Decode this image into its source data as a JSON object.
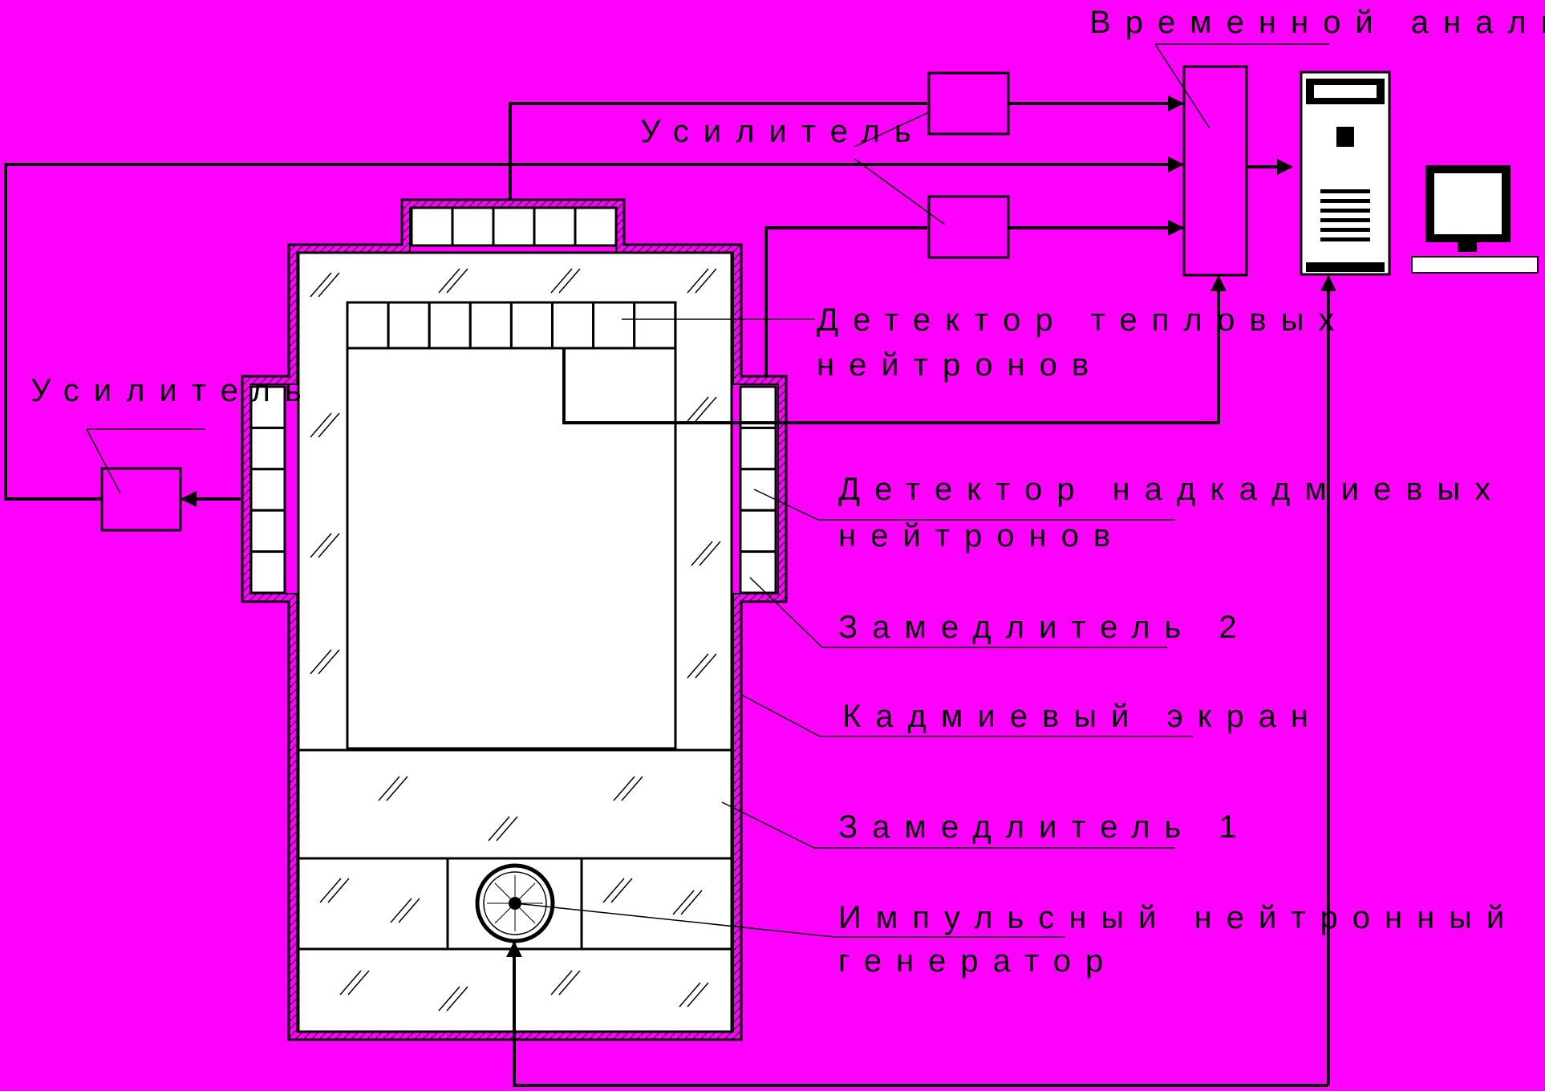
{
  "labels": {
    "time_analyzer": "Временной анализатор",
    "amplifier_top": "Усилитель",
    "amplifier_left": "Усилитель",
    "thermal_detector_1": "Детектор тепловых",
    "thermal_detector_2": "нейтронов",
    "epicadmium_detector_1": "Детектор надкадмиевых",
    "epicadmium_detector_2": "нейтронов",
    "moderator_2": "Замедлитель 2",
    "cadmium_screen": "Кадмиевый экран",
    "moderator_1": "Замедлитель 1",
    "generator_1": "Импульсный нейтронный",
    "generator_2": "генератор"
  },
  "colors": {
    "background": "#ff00ff",
    "line": "#000000",
    "fill": "#ffffff"
  },
  "icons": [
    "computer-tower-icon",
    "monitor-icon",
    "neutron-generator-icon"
  ]
}
